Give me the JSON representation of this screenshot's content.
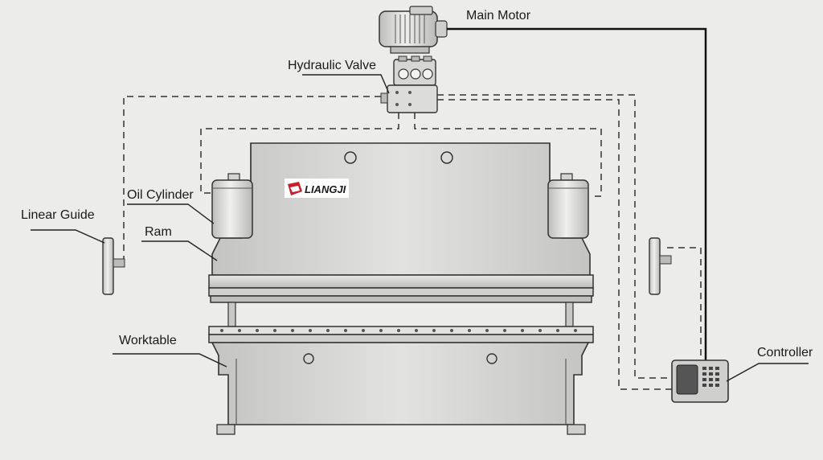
{
  "labels": {
    "main_motor": "Main Motor",
    "hydraulic_valve": "Hydraulic Valve",
    "oil_cylinder": "Oil Cylinder",
    "linear_guide": "Linear Guide",
    "ram": "Ram",
    "worktable": "Worktable",
    "controller": "Controller"
  },
  "logo": {
    "text": "LIANGJI",
    "color": "#c8202a"
  },
  "colors": {
    "background": "#ececea",
    "machine_fill": "#d4d4d2",
    "outline": "#333333",
    "line": "#222222"
  }
}
